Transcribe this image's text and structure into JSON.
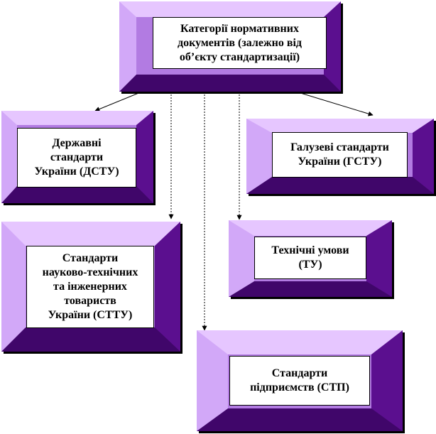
{
  "root": {
    "label": "Категорії нормативних\nдокументів (залежно від\nоб’єкту стандартизації)"
  },
  "categories": {
    "dstu": {
      "label": "Державні\nстандарти\nУкраїни (ДСТУ)"
    },
    "gstu": {
      "label": "Галузеві стандарти\nУкраїни (ГСТУ)"
    },
    "sttu": {
      "label": "Стандарти\nнауково-технічних\nта інженерних\nтовариств\nУкраїни (СТТУ)"
    },
    "tu": {
      "label": "Технічні умови\n(ТУ)"
    },
    "stp": {
      "label": "Стандарти\nпідприємств (СТП)"
    }
  },
  "colors": {
    "frame_face": "#b27be2",
    "frame_highlight": "#e6c6ff",
    "frame_shadow": "#40066a",
    "line": "#000000"
  }
}
